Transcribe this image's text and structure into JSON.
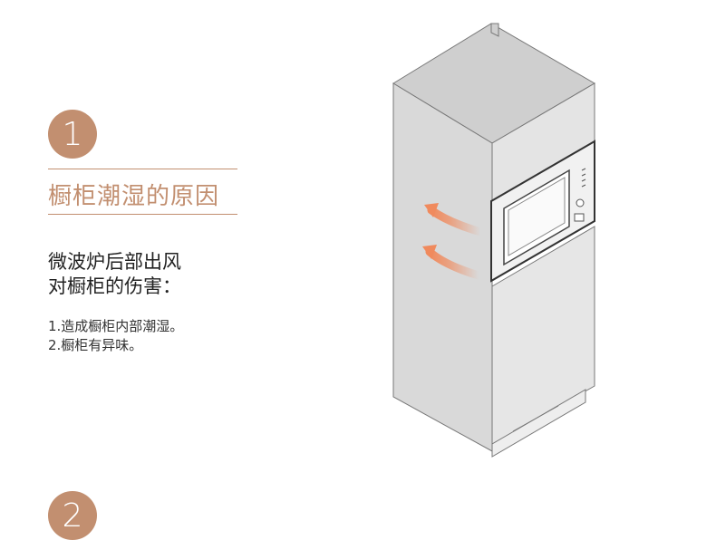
{
  "section1": {
    "number": "1",
    "title": "橱柜潮湿的原因",
    "subtitle_lines": [
      "微波炉后部出风",
      "对橱柜的伤害："
    ],
    "items": [
      "1.造成橱柜内部潮湿。",
      "2.橱柜有异味。"
    ]
  },
  "section2": {
    "number": "2"
  },
  "colors": {
    "accent": "#c28f70",
    "arrow": "#f08a5d"
  },
  "icons": [
    "airflow-arrow-icon"
  ]
}
